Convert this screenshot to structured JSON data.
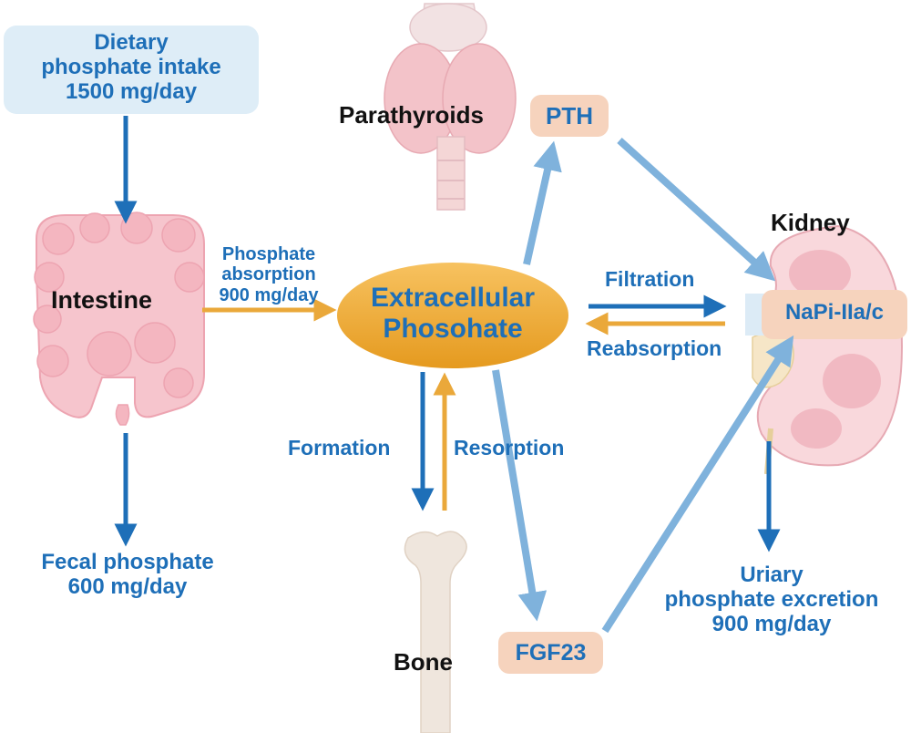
{
  "dietary": {
    "line1": "Dietary",
    "line2": "phosphate intake",
    "line3": "1500 mg/day"
  },
  "intestine": {
    "label": "Intestine"
  },
  "absorption": {
    "line1": "Phosphate",
    "line2": "absorption",
    "line3": "900 mg/day"
  },
  "fecal": {
    "line1": "Fecal phosphate",
    "line2": "600 mg/day"
  },
  "center": {
    "line1": "Extracellular",
    "line2": "Phosohate"
  },
  "parathyroids": {
    "label": "Parathyroids",
    "hormone": "PTH"
  },
  "kidney": {
    "label": "Kidney",
    "transporter": "NaPi-IIa/c"
  },
  "filtration": "Filtration",
  "reabsorption": "Reabsorption",
  "formation": "Formation",
  "resorption": "Resorption",
  "bone": {
    "label": "Bone",
    "hormone": "FGF23"
  },
  "urinary": {
    "line1": "Uriary",
    "line2": "phosphate excretion",
    "line3": "900 mg/day"
  },
  "colors": {
    "dark_blue": "#1e6fb8",
    "light_blue": "#7fb2dc",
    "orange": "#eaa83a",
    "peach": "#f6d3bd",
    "pink": "#f4bcc6",
    "box_blue": "#deedf7"
  }
}
